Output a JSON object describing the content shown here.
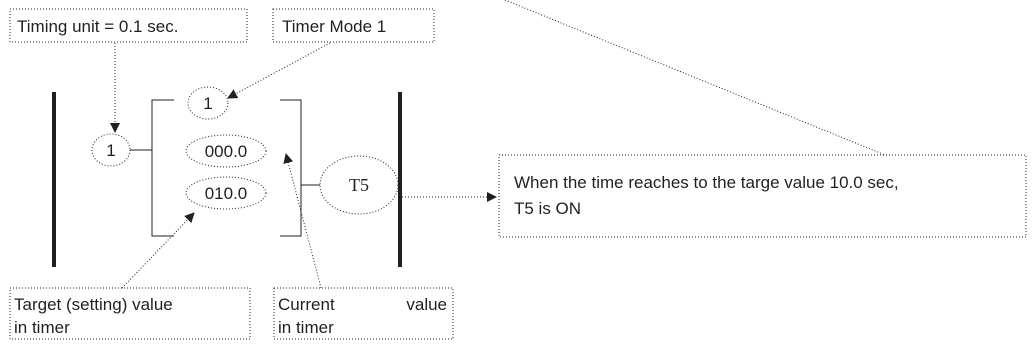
{
  "labels": {
    "timing_unit": "Timing unit = 0.1 sec.",
    "timer_mode": "Timer Mode 1",
    "target_value_line1": "Target (setting) value",
    "target_value_line2": "in timer",
    "current_value_line1": "Current",
    "current_value_word2": "value",
    "current_value_line2": "in timer",
    "note_line1": "When the time reaches to the targe value 10.0 sec,",
    "note_line2": "T5 is ON"
  },
  "instruction": {
    "unit_operand": "1",
    "mode_operand": "1",
    "current_operand": "000.0",
    "target_operand": "010.0",
    "output_coil": "T5"
  }
}
